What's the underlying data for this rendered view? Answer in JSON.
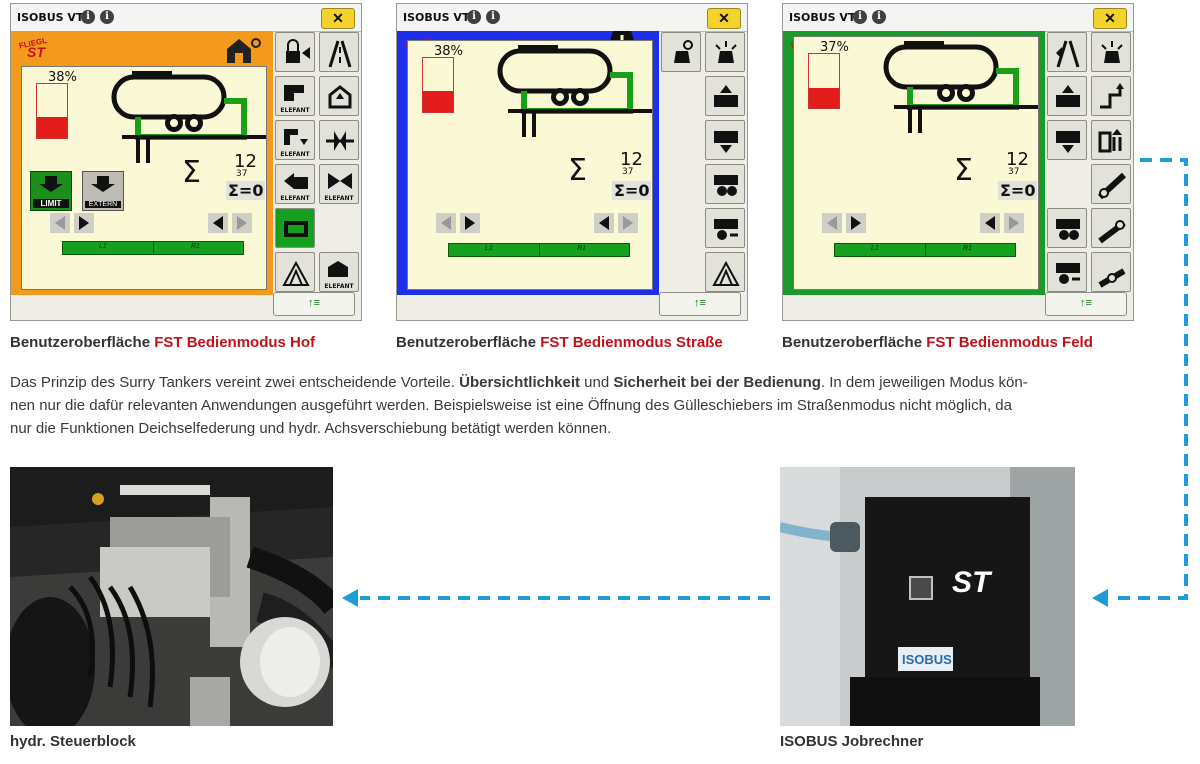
{
  "colors": {
    "hof": "#f39a1c",
    "strasse": "#1f2fe8",
    "feld": "#1a9a2a",
    "accent_red": "#c1121c",
    "arrow_blue": "#1f9bd6",
    "panel_green": "#16a020"
  },
  "panels": [
    {
      "title": "ISOBUS VT",
      "info_icons": [
        "info-icon",
        "info-icon"
      ],
      "close_label": "✕",
      "mode": "hof",
      "percent": "38%",
      "sum_top": "12",
      "sum_sub": "37",
      "sum_reset": "Σ=0",
      "sum_symbol": "Σ",
      "limit_label": "LIMIT",
      "extern_label": "EXTERN",
      "left_label": "L1",
      "right_label": "R1",
      "elefant_label": "ELEFANT",
      "bottom_btn": "↑≡",
      "caption_prefix": "Benutzeroberfläche ",
      "caption_mode": "FST Bedienmodus Hof"
    },
    {
      "title": "ISOBUS VT",
      "close_label": "✕",
      "mode": "strasse",
      "percent": "38%",
      "sum_top": "12",
      "sum_sub": "37",
      "sum_reset": "Σ=0",
      "sum_symbol": "Σ",
      "left_label": "L1",
      "right_label": "R1",
      "bottom_btn": "↑≡",
      "caption_prefix": "Benutzeroberfläche ",
      "caption_mode": "FST Bedienmodus Straße"
    },
    {
      "title": "ISOBUS VT",
      "close_label": "✕",
      "mode": "feld",
      "percent": "37%",
      "sum_top": "12",
      "sum_sub": "37",
      "sum_reset": "Σ=0",
      "sum_symbol": "Σ",
      "left_label": "L1",
      "right_label": "R1",
      "bottom_btn": "↑≡",
      "caption_prefix": "Benutzeroberfläche ",
      "caption_mode": "FST Bedienmodus Feld"
    }
  ],
  "brand_logo": "FLIEGL ST",
  "paragraph": {
    "part1": "Das Prinzip des Surry Tankers vereint zwei entscheidende Vorteile. ",
    "bold1": "Übersichtlichkeit",
    "part2": " und ",
    "bold2": "Sicherheit bei der Bedienung",
    "part3": ". In dem jeweiligen Modus kön-",
    "line2": "nen nur die dafür relevanten Anwendungen ausgeführt werden. Beispielsweise ist eine Öffnung des Gülleschiebers im Straßenmodus nicht möglich, da",
    "line3": "nur die Funktionen Deichselfederung und hydr. Achsverschiebung betätigt werden können."
  },
  "photos": {
    "left_caption": "hydr. Steuerblock",
    "right_caption": "ISOBUS Jobrechner",
    "isobus_label": "ISOBUS",
    "box_logo": "ST"
  }
}
